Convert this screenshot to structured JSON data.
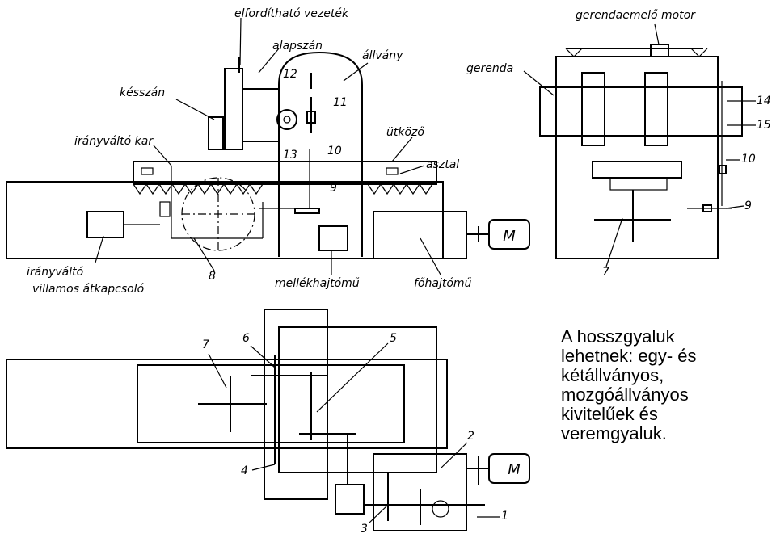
{
  "labels": {
    "elforditható_vezetek": "elfordítható vezeték",
    "alapszan": "alapszán",
    "allvany": "állvány",
    "gerendaemelo_motor": "gerendaemelő motor",
    "gerenda": "gerenda",
    "kesszan": "késszán",
    "iranyvalto_kar": "irányváltó kar",
    "utkozo": "ütköző",
    "asztal": "asztal",
    "iranyvalto_villamos_1": "irányváltó",
    "iranyvalto_villamos_2": "villamos átkapcsoló",
    "mellekhajtomu": "mellékhajtómű",
    "fohajtomu": "főhajtómű",
    "motor_top": "M",
    "motor_bottom": "M"
  },
  "numbers": {
    "n12": "12",
    "n11": "11",
    "n13": "13",
    "n10": "10",
    "n9": "9",
    "n8": "8",
    "n14": "14",
    "n15": "15",
    "r10": "10",
    "r9": "9",
    "r7": "7",
    "b7": "7",
    "b6": "6",
    "b5": "5",
    "b4": "4",
    "b3": "3",
    "b2": "2",
    "b1": "1"
  },
  "caption": {
    "lines": [
      "A hosszgyaluk",
      "lehetnek: egy- és",
      "kétállványos,",
      "mozgóállványos",
      "kivitelűek és",
      "veremgyaluk."
    ]
  }
}
